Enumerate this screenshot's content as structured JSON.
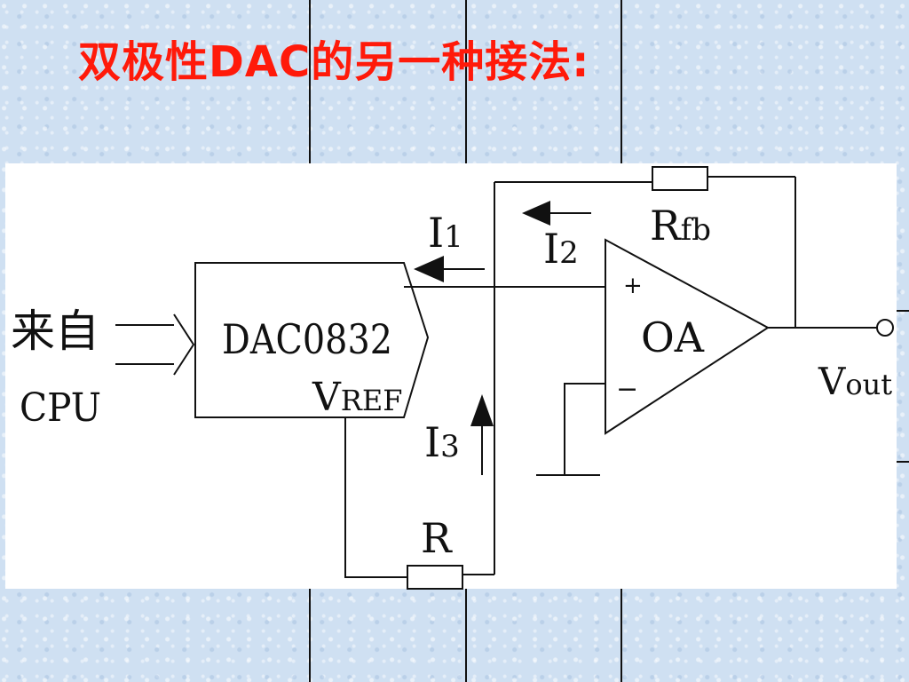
{
  "title": "双极性DAC的另一种接法:",
  "diagram": {
    "source_label_line1": "来自",
    "source_label_line2": "CPU",
    "dac_name": "DAC0832",
    "vref_main": "V",
    "vref_sub": "REF",
    "i1_main": "I",
    "i1_sub": "1",
    "i2_main": "I",
    "i2_sub": "2",
    "i3_main": "I",
    "i3_sub": "3",
    "rfb_main": "R",
    "rfb_sub": "fb",
    "r_label": "R",
    "opamp_name": "OA",
    "plus_sign": "+",
    "minus_sign": "−",
    "vout_main": "V",
    "vout_sub": "out"
  }
}
